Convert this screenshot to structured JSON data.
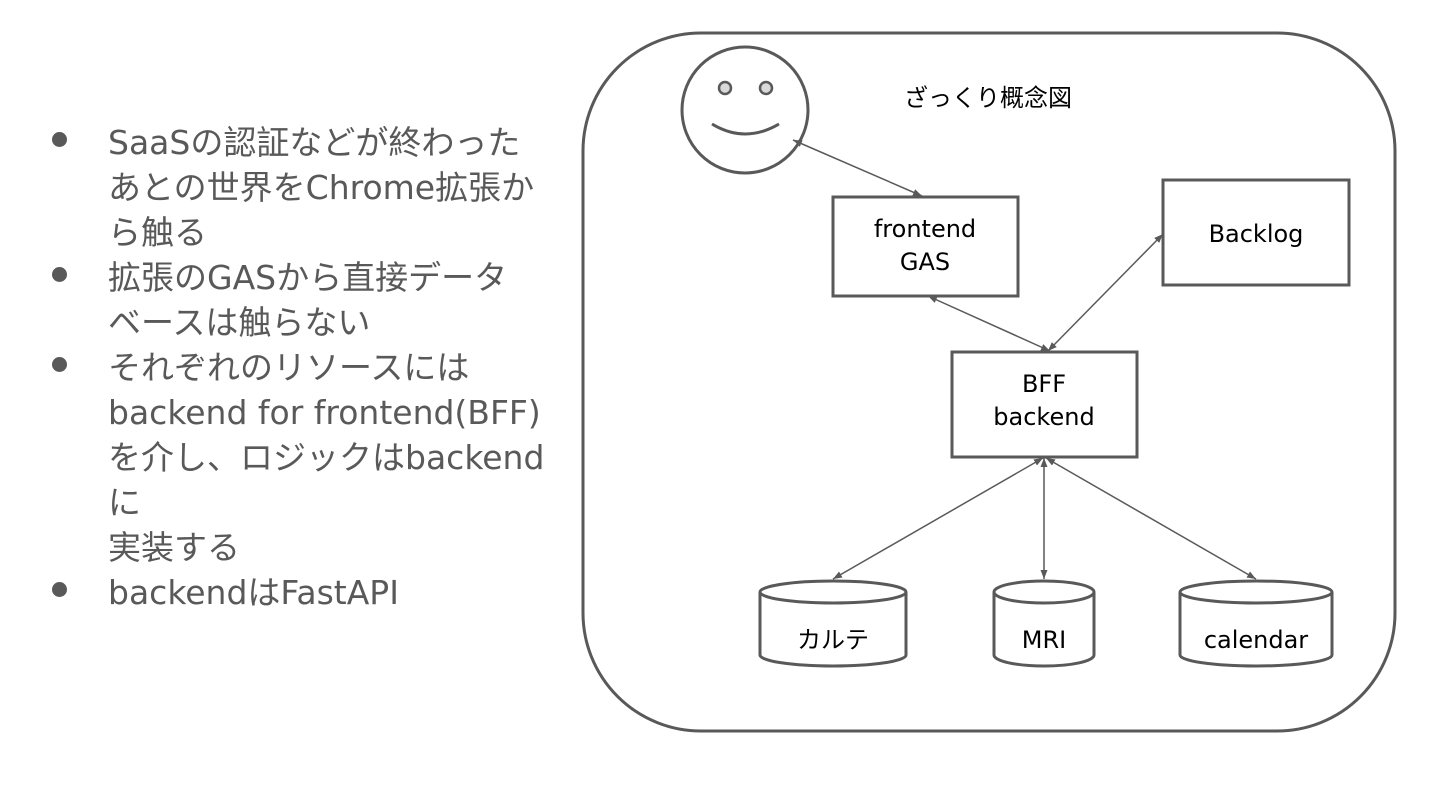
{
  "bullets": [
    {
      "text": "SaaSの認証などが終わった\nあとの世界をChrome拡張か\nら触る"
    },
    {
      "text": "拡張のGASから直接データ\nベースは触らない"
    },
    {
      "text": "それぞれのリソースには\nbackend for frontend(BFF)\nを介し、ロジックはbackendに\n実装する"
    },
    {
      "text": "backendはFastAPI"
    }
  ],
  "diagram": {
    "title": "ざっくり概念図",
    "frontend_line1": "frontend",
    "frontend_line2": "GAS",
    "backlog": "Backlog",
    "bff_line1": "BFF",
    "bff_line2": "backend",
    "db_karte": "カルテ",
    "db_mri": "MRI",
    "db_calendar": "calendar"
  },
  "colors": {
    "text_gray": "#595959",
    "stroke": "#595959",
    "arrow": "#595959"
  }
}
